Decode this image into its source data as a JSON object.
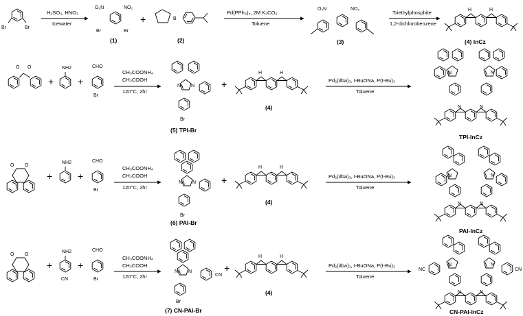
{
  "rows": [
    {
      "conditions": [
        {
          "top": "H₂SO₄, HNO₃",
          "bottom": "Icewater"
        },
        {
          "top": "Pd(PPh₃)₄, 2M K₂CO₃",
          "bottom": "Toluene"
        },
        {
          "top": "Triethylphosphite",
          "bottom": "1,2-dichlorobenzene"
        }
      ],
      "labels": [
        "(1)",
        "(2)",
        "(3)",
        "(4) InCz"
      ]
    },
    {
      "conditions": [
        {
          "line1": "CH₃COONH₄",
          "line2": "CH₃COOH",
          "line3": "120°C, 2hr"
        },
        {
          "top": "Pd₂(dba)₃, t-BuONa, P(t-Bu)₃",
          "bottom": "Toluene"
        }
      ],
      "labels": [
        "(5) TPI-Br",
        "(4)",
        "TPI-InCz"
      ]
    },
    {
      "conditions": [
        {
          "line1": "CH₃COONH₄",
          "line2": "CH₃COOH",
          "line3": "120°C, 2hr"
        },
        {
          "top": "Pd₂(dba)₃, t-BuONa, P(t-Bu)₃",
          "bottom": "Toluene"
        }
      ],
      "labels": [
        "(6) PAI-Br",
        "(4)",
        "PAI-InCz"
      ]
    },
    {
      "conditions": [
        {
          "line1": "CH₃COONH₄",
          "line2": "CH₃COOH",
          "line3": "120°C, 2hr"
        },
        {
          "top": "Pd₂(dba)₃, t-BuONa, P(t-Bu)₃",
          "bottom": "Toluene"
        }
      ],
      "labels": [
        "(7) CN-PAI-Br",
        "(4)",
        "CN-PAI-InCz"
      ]
    }
  ],
  "atoms": {
    "br": "Br",
    "o": "O",
    "o2n": "O₂N",
    "no2": "NO₂",
    "b": "B",
    "h": "H",
    "nh2": "NH2",
    "cho": "CHO",
    "n": "N",
    "nc": "NC",
    "cn": "CN"
  }
}
